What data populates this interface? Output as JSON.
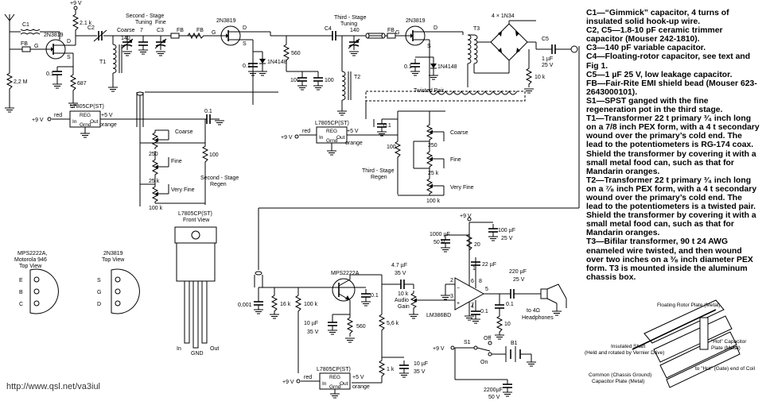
{
  "labels": {
    "c1": "C1",
    "fb": "FB",
    "r22m": "2,2 M",
    "q1": "2N3819",
    "q2": "2N3819",
    "q3": "2N3819",
    "q4": "MPS2222A",
    "pin_g": "G",
    "pin_d": "D",
    "pin_s": "S",
    "v9": "+9 V",
    "r21k": "2.1 k",
    "c2": "C2",
    "second_tuning": "Second - Stage\nTuning",
    "coarse": "Coarse",
    "fine": "Fine",
    "v140": "140",
    "v7": "7",
    "c3": "C3",
    "t1": "T1",
    "v01": "0.1",
    "r687": "687",
    "d1n4148": "1N4148",
    "r560": "560",
    "v100": "100",
    "c4": "C4",
    "third_tuning": "Third - Stage\nTuning",
    "t2": "T2",
    "t3": "T3",
    "bridge": "4 × 1N34",
    "c5": "C5",
    "c5_val": "1 µF\n25 V",
    "r10k": "10 k",
    "twisted_pair": "Twisted Pair",
    "reg": "L7805CP(ST)",
    "reg_in": "In",
    "reg_out": "Out",
    "reg_gnd": "Grnd",
    "reg_label": "REG",
    "red": "red",
    "orange": "orange",
    "v5": "+5 V",
    "r250": "250",
    "r25k": "25 k",
    "r100k": "100 k",
    "very_fine": "Very Fine",
    "second_regen": "Second - Stage\nRegen",
    "third_regen": "Third - Stage\nRegen",
    "reg_front": "L7805CP(ST)\nFront View",
    "pin_in": "In",
    "pin_gnd": "GND",
    "pin_out": "Out",
    "mps_top": "MPS2222A,\nMotorola 946\nTop View",
    "jfet_top": "2N3819\nTop View",
    "pin_e": "E",
    "pin_b": "B",
    "pin_c": "C",
    "c1000": "1000 µF\n50 V",
    "c100u": "100 µF\n25 V",
    "r20": "20",
    "c47": "4.7 µF\n35 V",
    "c22": "22 µF",
    "c220": "220 µF\n25 V",
    "vol": "10 k\nAudio\nGain",
    "lm386": "LM386BD",
    "headphones": "to 4Ω\nHeadphones",
    "c0001": "0,001",
    "r16k": "16 k",
    "r56k": "5,6 k",
    "c10u": "10 µF\n35 V",
    "r1k": "1 k",
    "r10": "10",
    "s1": "S1",
    "off": "Off",
    "on": "On",
    "b1": "B1",
    "c2200": "2200µF\n50 V",
    "pin2": "2",
    "pin3": "3",
    "pin4": "4",
    "pin5": "5",
    "pin6": "6",
    "pin7": "7",
    "pin8": "8",
    "pin1": "1",
    "cap_rotor": "Floating Rotor Plate (Metal)",
    "cap_hot": "\"Hot\" Capacitor\nPlate (Metal)",
    "cap_shaft": "Insulated Shaft\n(Held and rotated by Vernier Drive)",
    "cap_common": "Common (Chassis Ground)\nCapacitor Plate (Metal)",
    "cap_gate": "to \"Hot\" (Gate) end of Coil"
  },
  "notes": [
    "C1—“Gimmick” capacitor, 4 turns of insulated solid hook-up wire.",
    "C2, C5—1.8-10 pF ceramic trimmer capacitor (Mouser 242-1810).",
    "C3—140 pF variable capacitor.",
    "C4—Floating-rotor capacitor, see text and Fig 1.",
    "C5—1 µF 25 V, low leakage capacitor.",
    "FB—Fair-Rite EMI shield bead (Mouser 623-2643000101).",
    "S1—SPST ganged with the fine regeneration pot in the third stage.",
    "T1—Transformer 22 t primary ³⁄₄ inch long on a 7/8 inch PEX form, with a 4 t secondary wound over the primary’s cold end. The lead to the potentiometers is RG-174 coax. Shield the transformer by covering it with a small metal food can, such as that for Mandarin oranges.",
    "T2—Transformer 22 t primary ³⁄₄ inch long on a ⁷⁄₈ inch PEX form, with a 4 t secondary wound over the primary’s cold end. The lead to the potentiometers is a twisted pair. Shield the transformer by covering it with a small metal food can, such as that for Mandarin oranges.",
    "T3—Bifilar transformer, 90 t 24 AWG enameled wire twisted, and then wound over two inches on a ³⁄₈ inch diameter PEX form. T3 is mounted inside the aluminum chassis box."
  ],
  "credit": "http://www.qsl.net/va3iul"
}
